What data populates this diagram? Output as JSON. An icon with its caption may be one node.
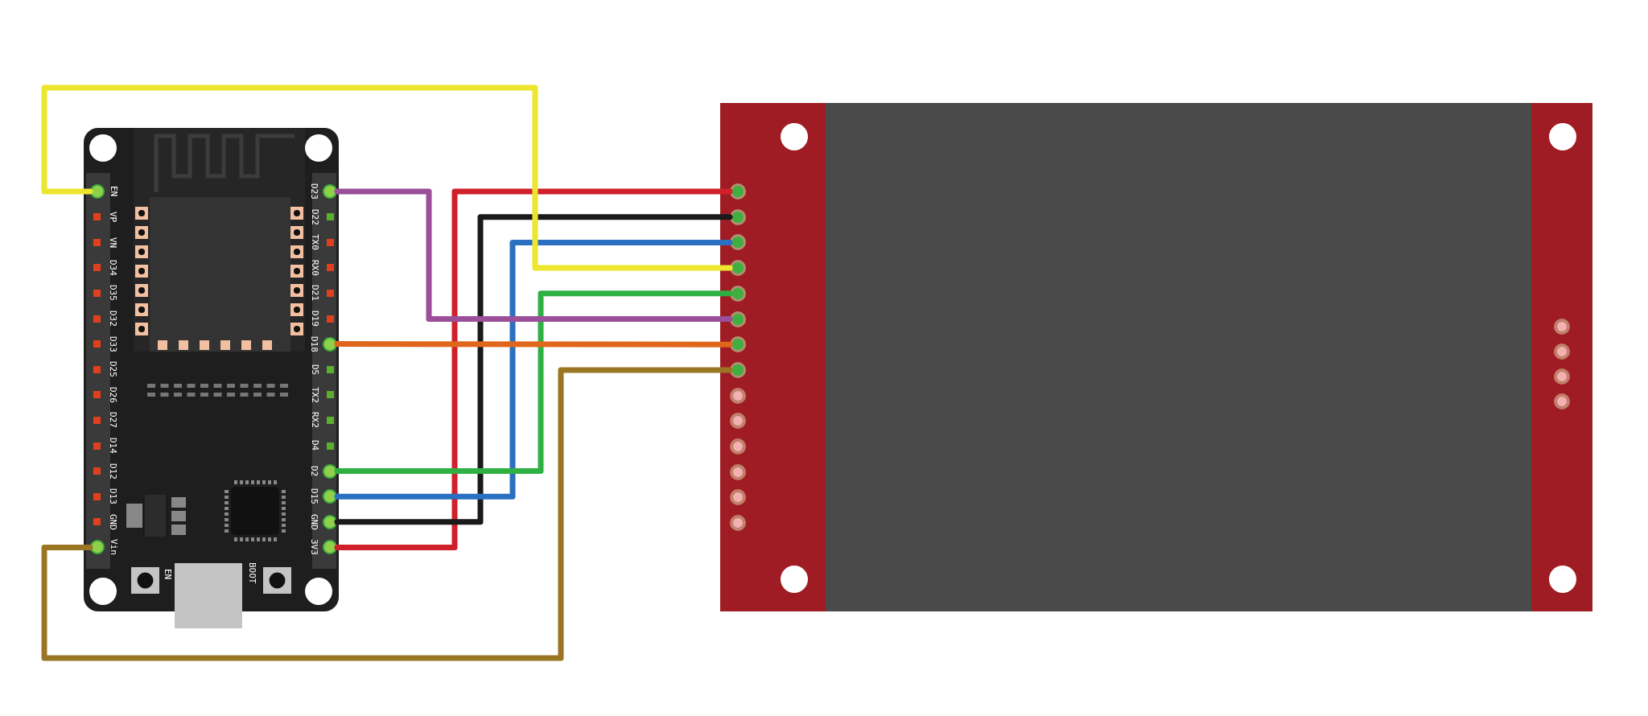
{
  "diagram": {
    "nodes": [
      {
        "text": [],
        "shape": "box"
      },
      {
        "text": [
          "EN"
        ],
        "in": 0
      },
      {
        "text": [
          "VP"
        ],
        "in": 0
      },
      {
        "text": [
          "VN"
        ],
        "in": 0
      },
      {
        "text": [
          "D34"
        ],
        "in": 0
      },
      {
        "text": [
          "D35"
        ],
        "in": 0
      },
      {
        "text": [
          "D32"
        ],
        "in": 0
      },
      {
        "text": [
          "D33"
        ],
        "in": 0
      },
      {
        "text": [
          "D25"
        ],
        "in": 0
      },
      {
        "text": [
          "D26"
        ],
        "in": 0
      },
      {
        "text": [
          "D27"
        ],
        "in": 0
      },
      {
        "text": [
          "D14"
        ],
        "in": 0
      },
      {
        "text": [
          "D12"
        ],
        "in": 0
      },
      {
        "text": [
          "D13"
        ],
        "in": 0
      },
      {
        "text": [
          "GND"
        ],
        "in": 0
      },
      {
        "text": [
          "Vin"
        ],
        "in": 0
      },
      {
        "text": [
          "D23"
        ],
        "in": 0
      },
      {
        "text": [
          "D22"
        ],
        "in": 0
      },
      {
        "text": [
          "TX0"
        ],
        "in": 0
      },
      {
        "text": [
          "RX0"
        ],
        "in": 0
      },
      {
        "text": [
          "D21"
        ],
        "in": 0
      },
      {
        "text": [
          "D19"
        ],
        "in": 0
      },
      {
        "text": [
          "D18"
        ],
        "in": 0
      },
      {
        "text": [
          "D5"
        ],
        "in": 0
      },
      {
        "text": [
          "TX2"
        ],
        "in": 0
      },
      {
        "text": [
          "RX2"
        ],
        "in": 0
      },
      {
        "text": [
          "D4"
        ],
        "in": 0
      },
      {
        "text": [
          "D2"
        ],
        "in": 0
      },
      {
        "text": [
          "D15"
        ],
        "in": 0
      },
      {
        "text": [
          "GND"
        ],
        "in": 0
      },
      {
        "text": [
          "3V3"
        ],
        "in": 0
      },
      {
        "text": [],
        "shape": "box"
      },
      {
        "text": [],
        "shape": "circle",
        "in": 31
      },
      {
        "text": [],
        "shape": "circle",
        "in": 31
      },
      {
        "text": [],
        "shape": "circle",
        "in": 31
      },
      {
        "text": [],
        "shape": "circle",
        "in": 31
      },
      {
        "text": [],
        "shape": "circle",
        "in": 31
      },
      {
        "text": [],
        "shape": "circle",
        "in": 31
      },
      {
        "text": [],
        "shape": "circle",
        "in": 31
      },
      {
        "text": [],
        "shape": "circle",
        "in": 31
      },
      {
        "text": [],
        "shape": "box",
        "in": 0
      }
    ],
    "edges": [
      {
        "from": 30,
        "to": 32,
        "arrow": "none",
        "color": "#d0202a"
      },
      {
        "from": 29,
        "to": 33,
        "arrow": "none",
        "color": "#1a1a1a"
      },
      {
        "from": 28,
        "to": 34,
        "arrow": "none",
        "color": "#2a6fc0"
      },
      {
        "from": 1,
        "to": 35,
        "arrow": "none",
        "color": "#ecE62e"
      },
      {
        "from": 27,
        "to": 36,
        "arrow": "none",
        "color": "#2eb043"
      },
      {
        "from": 16,
        "to": 37,
        "arrow": "none",
        "color": "#9b4f9b"
      },
      {
        "from": 22,
        "to": 38,
        "arrow": "none",
        "color": "#e0661c"
      },
      {
        "from": 15,
        "to": 39,
        "arrow": "none",
        "color": "#9a7624"
      }
    ],
    "labels": [
      "EN",
      "BOOT"
    ]
  }
}
